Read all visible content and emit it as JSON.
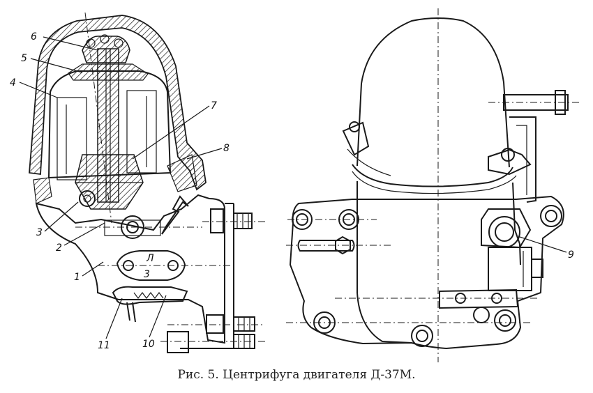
{
  "caption": "Рис. 5. Центрифуга двигателя Д-37М.",
  "callouts": {
    "c1": "1",
    "c2": "2",
    "c3": "3",
    "c4": "4",
    "c5": "5",
    "c6": "6",
    "c7": "7",
    "c8": "8",
    "c9": "9",
    "c10": "10",
    "c11": "11"
  },
  "plate_marks": {
    "mark_l": "Л",
    "mark_3": "3"
  }
}
